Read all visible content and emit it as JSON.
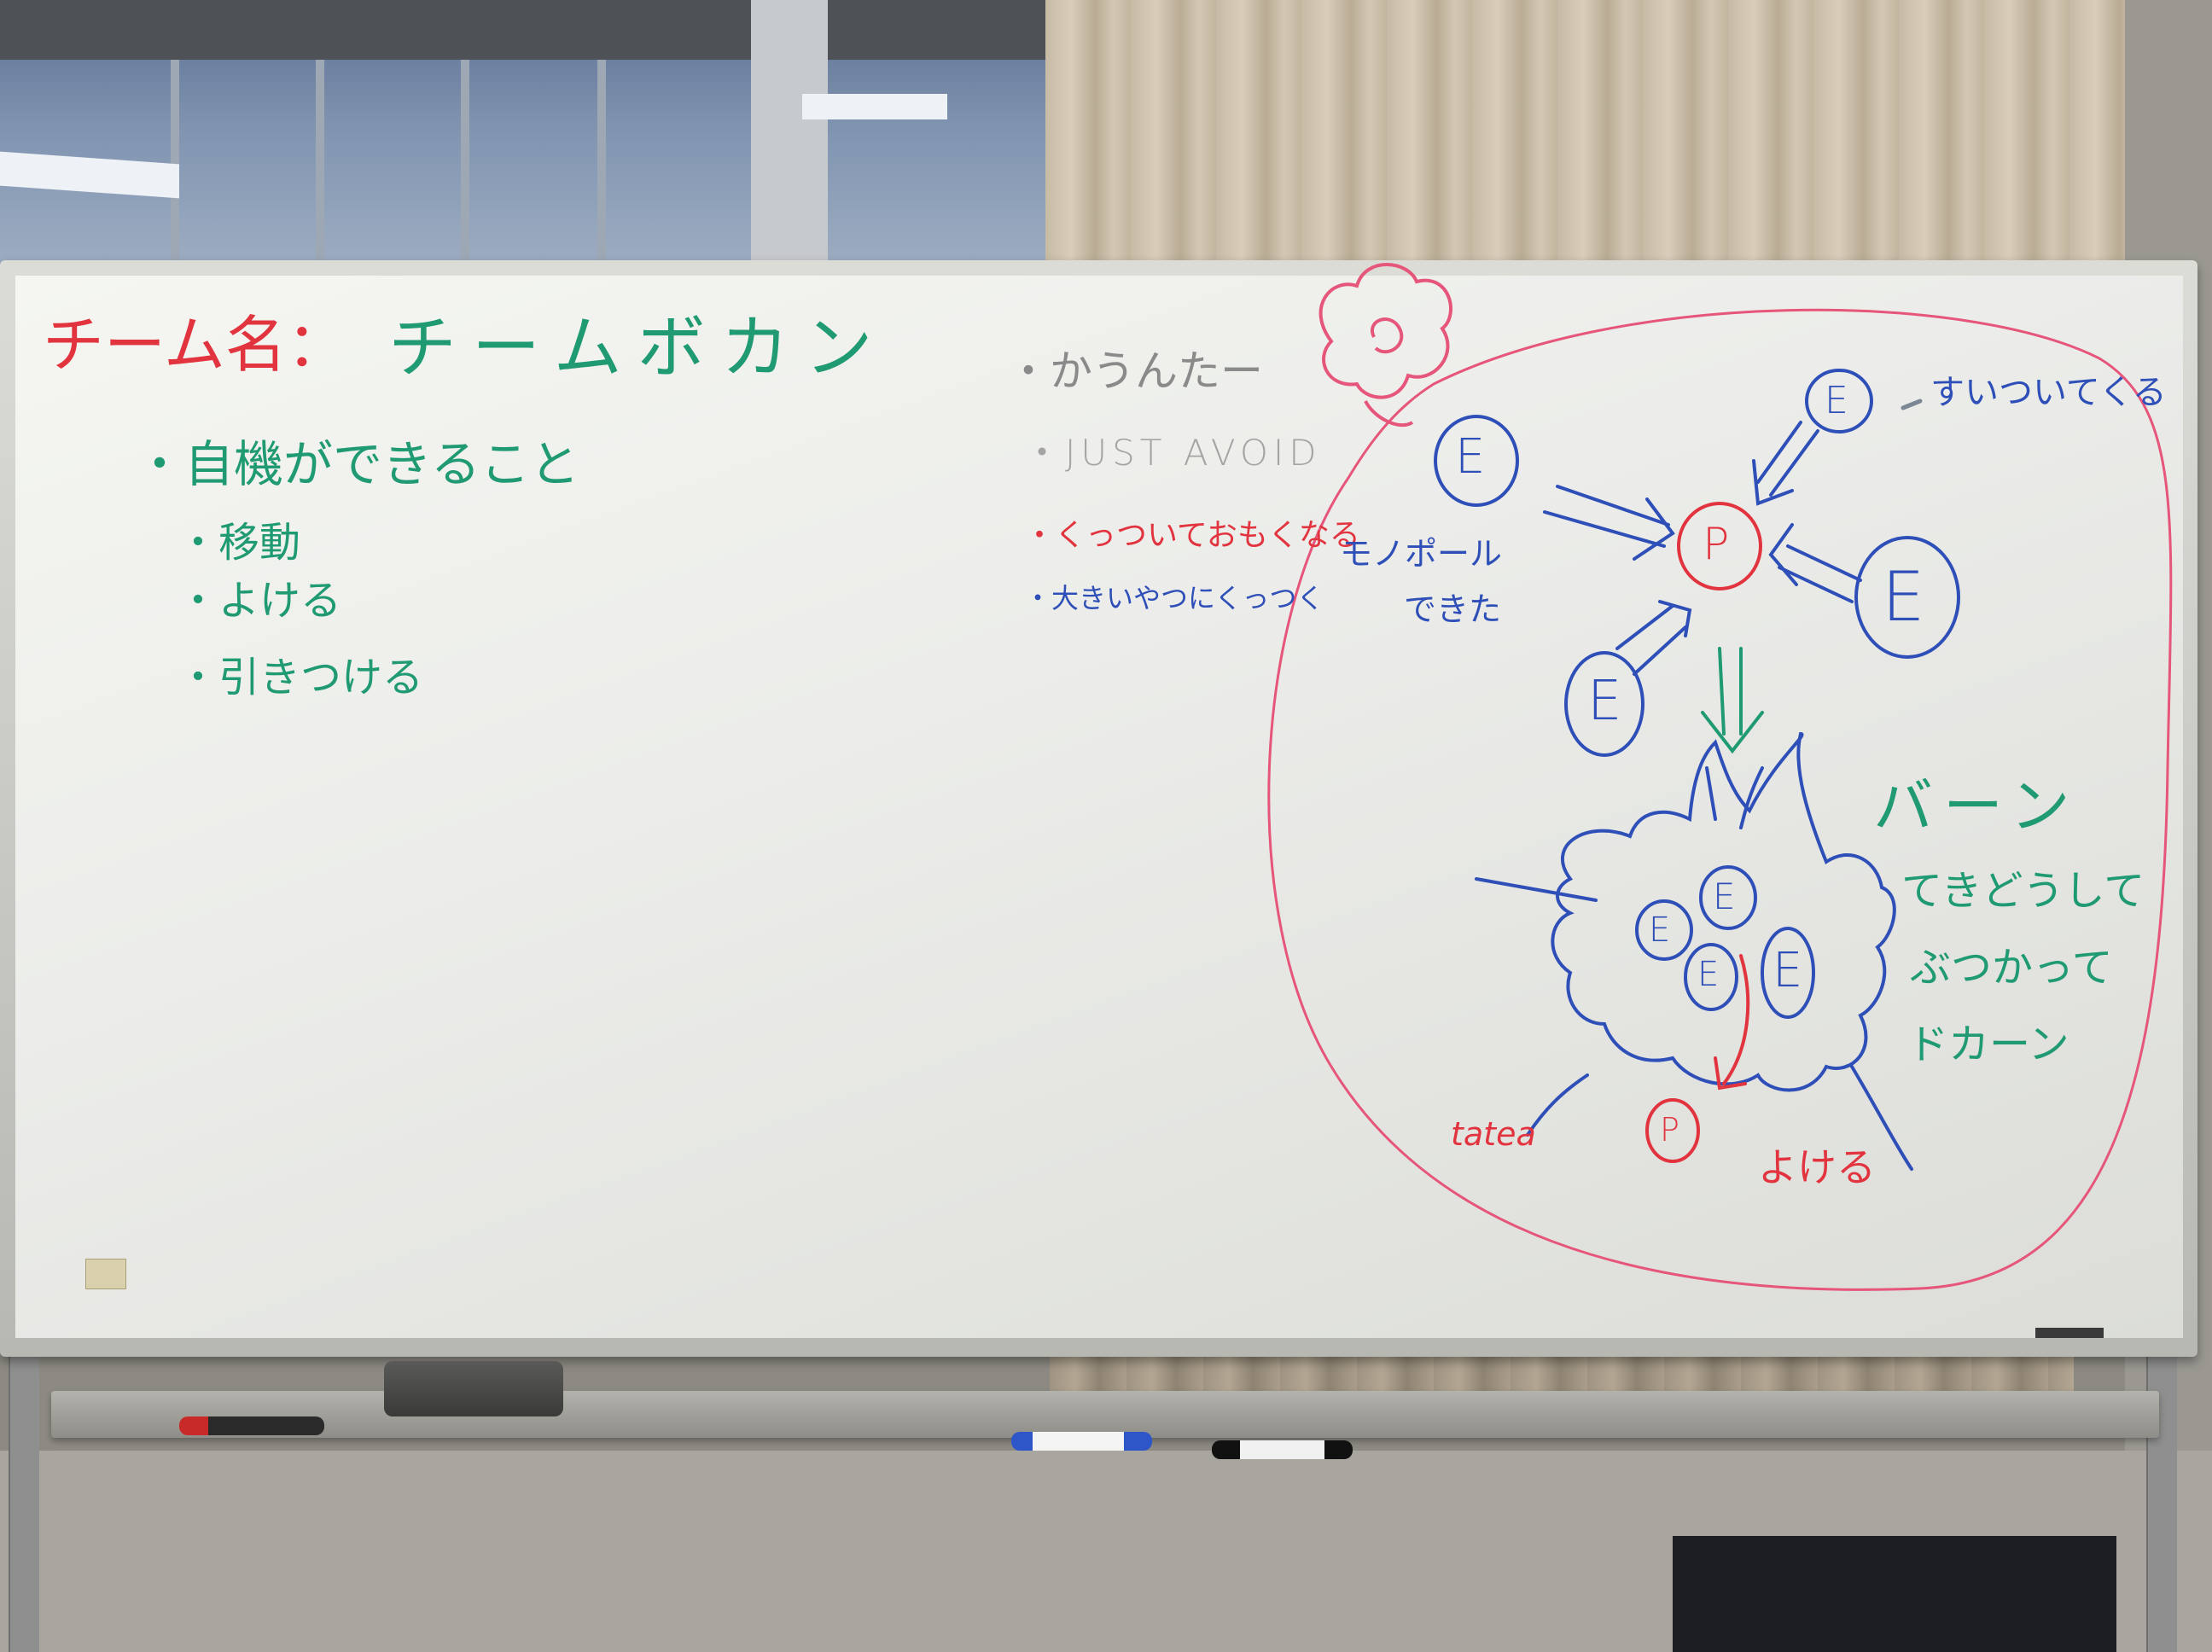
{
  "colors": {
    "green_marker": "#1f9a72",
    "red_marker": "#e2343f",
    "blue_marker": "#2f4fb8",
    "gray_marker": "#8f8f8f",
    "pink_marker": "#e6557a",
    "board": "#eeefeb"
  },
  "whiteboard": {
    "title_label": "チーム名：",
    "team_name": "チームボカン",
    "abilities_heading": "・自機ができること",
    "abilities": [
      "・移動",
      "・よける",
      "・引きつける"
    ],
    "counter_heading": "・かうんたー",
    "ideas": [
      {
        "text": "・JUST AVOID",
        "color": "gray"
      },
      {
        "text": "・くっついておもくなる",
        "color": "red"
      },
      {
        "text": "・大きいやつにくっつく",
        "color": "blue"
      }
    ],
    "diagram": {
      "enemy_label": "E",
      "player_label": "P",
      "note_attract": "すいついてくる",
      "note_monopole_line1": "モノポール",
      "note_monopole_line2": "できた",
      "sound_effect": "バーン",
      "note_collide_line1": "てきどうして",
      "note_collide_line2": "ぶつかって",
      "note_collide_line3": "ドカーン",
      "note_dodge": "よける",
      "note_small": "tatea"
    }
  }
}
